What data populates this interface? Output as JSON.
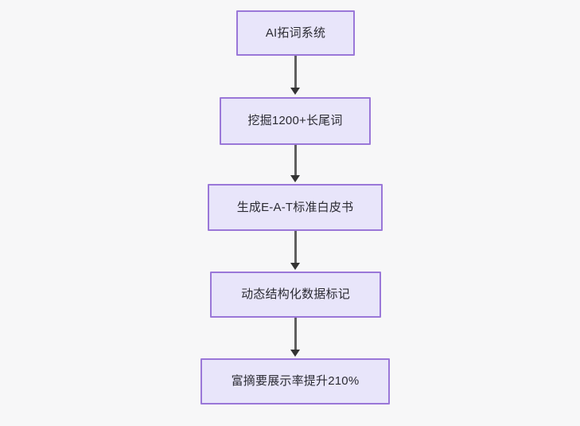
{
  "diagram": {
    "type": "flowchart",
    "orientation": "top-to-bottom",
    "background_color": "#f7f7f8",
    "node_fill_color": "#e8e5fa",
    "node_border_color": "#9a77d8",
    "text_color": "#2b2b33",
    "connector_color": "#5f5f5f",
    "arrowhead_color": "#333333",
    "nodes": [
      {
        "id": "node-0",
        "label": "AI拓词系统"
      },
      {
        "id": "node-1",
        "label": "挖掘1200+长尾词"
      },
      {
        "id": "node-2",
        "label": "生成E-A-T标准白皮书"
      },
      {
        "id": "node-3",
        "label": "动态结构化数据标记"
      },
      {
        "id": "node-4",
        "label": "富摘要展示率提升210%"
      }
    ],
    "edges": [
      {
        "id": "edge-0",
        "from": "node-0",
        "to": "node-1",
        "label": ""
      },
      {
        "id": "edge-1",
        "from": "node-1",
        "to": "node-2",
        "label": ""
      },
      {
        "id": "edge-2",
        "from": "node-2",
        "to": "node-3",
        "label": ""
      },
      {
        "id": "edge-3",
        "from": "node-3",
        "to": "node-4",
        "label": ""
      }
    ]
  }
}
